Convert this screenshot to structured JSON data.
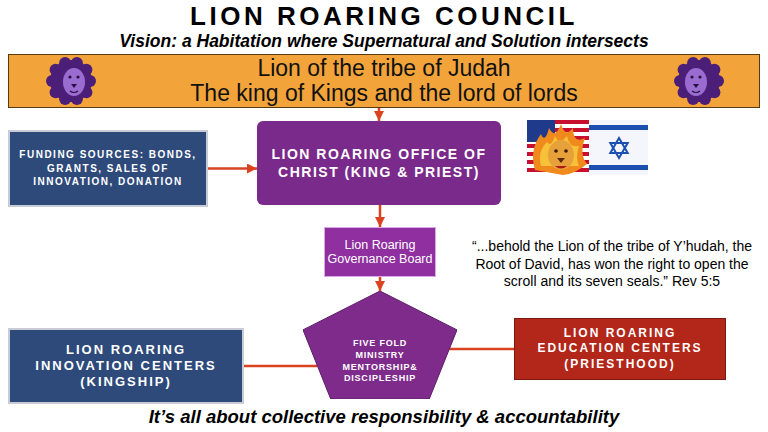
{
  "diagram": {
    "title": "LION ROARING COUNCIL",
    "caption": "It’s all about collective responsibility & accountability",
    "nodes": [
      {
        "text": [
          "Lion of the tribe of Judah",
          "The king of Kings and the lord of lords"
        ]
      },
      {
        "text": [
          "FUNDING SOURCES: BONDS, GRANTS, SALES OF INNOVATION, DONATION"
        ]
      },
      {
        "text": [
          "LION ROARING OFFICE OF CHRIST (KING & PRIEST)"
        ]
      },
      {
        "text": [
          "Lion Roaring Governance Board"
        ]
      },
      {
        "text": [
          "LION ROARING INNOVATION CENTERS (KINGSHIP)"
        ]
      },
      {
        "text": [
          "FIVE FOLD MINISTRY MENTORSHIP& DISCIPLESHIP"
        ]
      },
      {
        "text": [
          "LION ROARING EDUCATION CENTERS (PRIESTHOOD)"
        ]
      }
    ],
    "edges": [
      {
        "from": 0,
        "to": 2,
        "arrow": "to"
      },
      {
        "from": 1,
        "to": 2,
        "arrow": "to"
      },
      {
        "from": 2,
        "to": 3,
        "arrow": "to"
      },
      {
        "from": 3,
        "to": 5,
        "arrow": "to"
      },
      {
        "from": 4,
        "to": 5,
        "arrow": "none"
      },
      {
        "from": 5,
        "to": 6,
        "arrow": "none"
      }
    ],
    "labels": [
      "Vision: a Habitation where Supernatural and Solution intersects",
      "“...behold the Lion of the tribe of Y’hudah, the Root of David, has won the right to open the scroll and its seven seals.” Rev 5:5"
    ]
  }
}
